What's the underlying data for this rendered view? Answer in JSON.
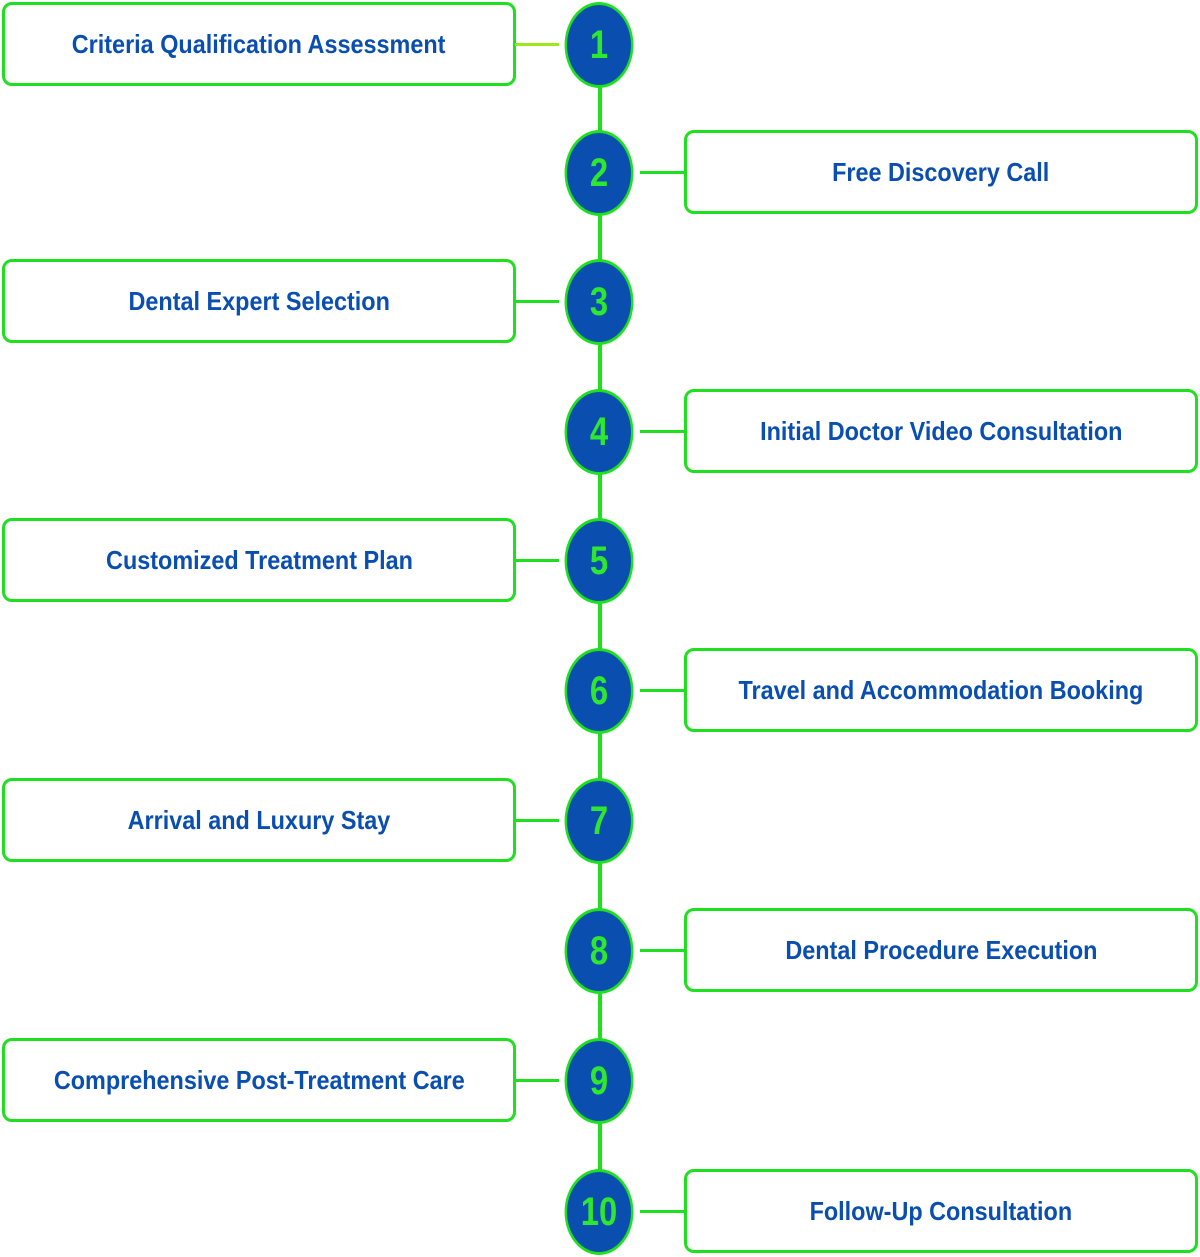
{
  "colors": {
    "node_fill": "#0a4fb0",
    "accent_green": "#1fe01f",
    "label_text": "#0a4fb0"
  },
  "steps": [
    {
      "number": "1",
      "label": "Criteria Qualification Assessment",
      "side": "left"
    },
    {
      "number": "2",
      "label": "Free Discovery Call",
      "side": "right"
    },
    {
      "number": "3",
      "label": "Dental Expert Selection",
      "side": "left"
    },
    {
      "number": "4",
      "label": "Initial Doctor Video Consultation",
      "side": "right"
    },
    {
      "number": "5",
      "label": "Customized Treatment Plan",
      "side": "left"
    },
    {
      "number": "6",
      "label": "Travel and Accommodation Booking",
      "side": "right"
    },
    {
      "number": "7",
      "label": "Arrival and Luxury Stay",
      "side": "left"
    },
    {
      "number": "8",
      "label": "Dental Procedure Execution",
      "side": "right"
    },
    {
      "number": "9",
      "label": "Comprehensive Post-Treatment Care",
      "side": "left"
    },
    {
      "number": "10",
      "label": "Follow-Up Consultation",
      "side": "right"
    }
  ]
}
